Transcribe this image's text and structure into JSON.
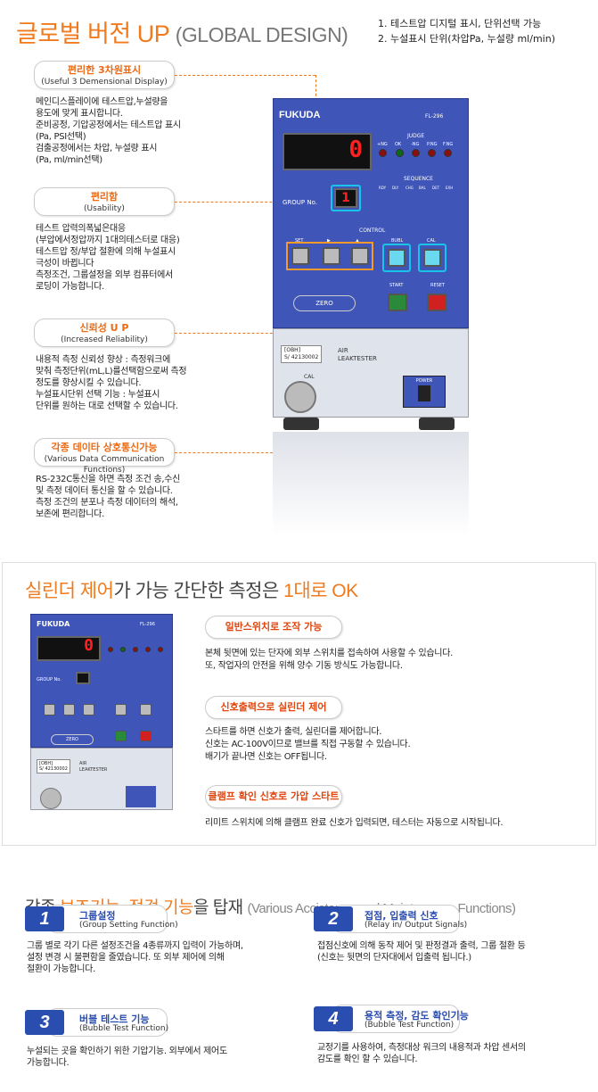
{
  "header": {
    "title_ko": "글로벌 버전 UP",
    "title_en": "(GLOBAL DESIGN)",
    "notes": [
      "1. 테스트압 디지털 표시, 단위선택 가능",
      "2. 누설표시 단위(차압Pa, 누설량 ml/min)"
    ]
  },
  "features": [
    {
      "title": "편리한 3차원표시",
      "subtitle": "(Useful 3 Demensional Display)",
      "lines": [
        "메인디스플레이에 테스트압,누설량을",
        "용도에 맞게 표시합니다.",
        "준비공정, 기압공정에서는 테스트압 표시",
        "(Pa, PSI선택)",
        "검출공정에서는 차압, 누설량 표시",
        "(Pa, ml/min선택)"
      ]
    },
    {
      "title": "편리함",
      "subtitle": "(Usability)",
      "lines": [
        "테스트 압력의폭넓은대응",
        "(부압에서정압까지 1대의테스터로 대응)",
        "테스트압 정/부압 절환에 의해 누설표시",
        "극성이 바뀝니다",
        "측정조건, 그룹설정을 외부 컴퓨터에서",
        "로딩이 가능합니다."
      ]
    },
    {
      "title": "신뢰성 U P",
      "subtitle": "(Increased Reliability)",
      "lines": [
        "내용적 측정 신뢰성 향상 : 측정워크에",
        "맞춰 측정단위(mL,L)를선택함으로써 측정",
        "정도를 향상시킬 수 있습니다.",
        "누설표시단위 선택 기능 : 누설표시",
        "단위를 원하는 대로 선택할 수 있습니다."
      ]
    },
    {
      "title": "각종 데이타 상호통신가능",
      "subtitle": "(Various Data Communication Functions)",
      "lines": [
        "RS-232C통신을 하면 측정 조건 송,수신",
        "및 측정 데이터 통신을 할 수 있습니다.",
        "측정 조건의 분포나 측정 데이터의 해석,",
        "보존에 편리합니다."
      ]
    }
  ],
  "device": {
    "brand": "FUKUDA",
    "model": "FL-296",
    "judge": "JUDGE",
    "judge_lamps": [
      "+NG",
      "OK",
      "-NG",
      "P.NG",
      "F.NG"
    ],
    "sequence": "SEQUENCE",
    "seq_lamps": [
      "RDY",
      "DLY",
      "CHG",
      "BAL",
      "DET",
      "EXH"
    ],
    "group_no": "GROUP No.",
    "group_digit": "1",
    "display_digit": "0",
    "control": "CONTROL",
    "set": "SET",
    "arrow_right": "▶",
    "arrow_up": "▲",
    "bubble": "BUBL",
    "cal": "CAL",
    "start": "START",
    "reset": "RESET",
    "zero": "ZERO",
    "label_id": "[OBH]",
    "label_serial": "S/ 42130002",
    "product_line1": "AIR",
    "product_line2": "LEAKTESTER",
    "cal_port": "CAL",
    "power": "POWER"
  },
  "section2": {
    "title_pre": "실린더 제어",
    "title_mid": "가 가능 간단한 측정은 ",
    "title_hl": "1대로 OK",
    "items": [
      {
        "title": "일반스위치로 조작 가능",
        "lines": [
          "본체 뒷면에 있는 단자에 외부 스위치를 접속하여 사용할 수 있습니다.",
          "또, 작업자의 안전을 위해 양수 기동 방식도 가능합니다."
        ]
      },
      {
        "title": "신호출력으로 실린더 제어",
        "lines": [
          "스타트를 하면 신호가 출력, 실린더를 제어합니다.",
          "신호는 AC-100V이므로 밸브를 직접 구동할 수 있습니다.",
          "배기가 끝나면 신호는 OFF됩니다."
        ]
      },
      {
        "title": "클램프 확인 신호로 가압 스타트",
        "lines": [
          "리미트 스위치에 의해 클램프 완료 신호가 입력되면, 테스터는 자동으로 시작됩니다."
        ]
      }
    ]
  },
  "section3": {
    "title_pre": "각종 ",
    "title_hl1": "보조기능",
    "title_sep": ", ",
    "title_hl2": "점검 기능",
    "title_post": "을 탑재",
    "title_en": "(Various Accistance and Maintenance Functions)",
    "items": [
      {
        "num": "1",
        "title": "그룹설정",
        "subtitle": "(Group Setting Function)",
        "lines": [
          "그룹 별로 각기 다른 설정조건을 4종류까지 입력이 가능하며,",
          "설정 변경 시 불편함을 줄였습니다. 또 외부 제어에 의해",
          "절환이 가능합니다."
        ]
      },
      {
        "num": "2",
        "title": "접점, 입출력 신호",
        "subtitle": "(Relay in/ Output Signals)",
        "lines": [
          "접점신호에 의해 동작 제어 및 판정결과 출력, 그룹 절환 등",
          "(신호는 뒷면의 단자대에서 입출력 됩니다.)"
        ]
      },
      {
        "num": "3",
        "title": "버블 테스트 기능",
        "subtitle": "(Bubble Test Function)",
        "lines": [
          "누설되는 곳을 확인하기 위한 기압기능. 외부에서 제어도",
          "가능합니다."
        ]
      },
      {
        "num": "4",
        "title": "용적 측정, 감도 확인기능",
        "subtitle": "(Bubble Test Function)",
        "lines": [
          "교정기를 사용하여, 측정대상 워크의 내용적과 차압 센서의",
          "감도를 확인 할 수 있습니다."
        ]
      }
    ]
  }
}
